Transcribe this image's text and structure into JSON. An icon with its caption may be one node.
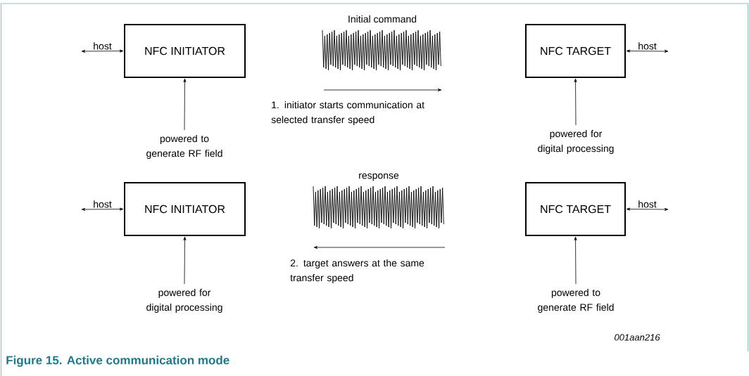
{
  "diagram": {
    "caption": "Figure 15.  Active communication mode",
    "nodes": [
      {
        "text": [
          "NFC INITIATOR"
        ]
      },
      {
        "text": [
          "NFC TARGET"
        ]
      },
      {
        "text": [
          "powered to generate RF field"
        ]
      },
      {
        "text": [
          "powered for digital processing"
        ]
      },
      {
        "text": [
          "NFC INITIATOR"
        ]
      },
      {
        "text": [
          "NFC TARGET"
        ]
      },
      {
        "text": [
          "powered for digital processing"
        ]
      },
      {
        "text": [
          "powered to generate RF field"
        ]
      }
    ],
    "edges": [
      {
        "from": null,
        "to": 0,
        "arrow": "both",
        "label": "host"
      },
      {
        "from": null,
        "to": 1,
        "arrow": "both",
        "label": "host"
      },
      {
        "from": 2,
        "to": 0,
        "arrow": "to"
      },
      {
        "from": 3,
        "to": 1,
        "arrow": "to"
      },
      {
        "from": null,
        "to": 4,
        "arrow": "both",
        "label": "host"
      },
      {
        "from": null,
        "to": 5,
        "arrow": "both",
        "label": "host"
      },
      {
        "from": 6,
        "to": 4,
        "arrow": "to"
      },
      {
        "from": 7,
        "to": 5,
        "arrow": "to"
      }
    ],
    "labels": [
      "Initial command",
      "1. initiator starts communication at selected transfer speed",
      "response",
      "2. target answers at the same transfer speed",
      "001aan216"
    ]
  }
}
